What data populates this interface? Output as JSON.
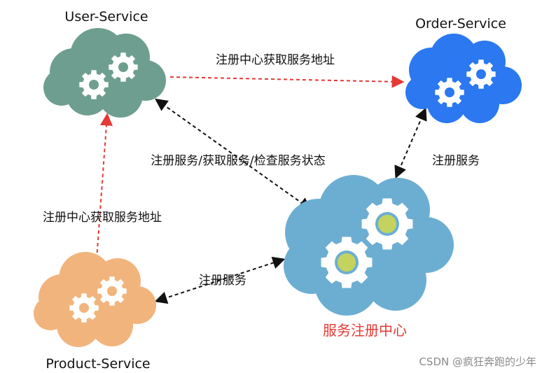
{
  "colors": {
    "user_service": "#6e9e8f",
    "order_service": "#2b78f0",
    "product_service": "#f2b47d",
    "registry": "#6caed2",
    "registry_gear_center": "#c3d35e",
    "red_arrow": "#e53935",
    "black_arrow": "#111111",
    "registry_label": "#e53935",
    "gear": "#ffffff"
  },
  "nodes": {
    "user_service": {
      "title": "User-Service"
    },
    "order_service": {
      "title": "Order-Service"
    },
    "product_service": {
      "title": "Product-Service"
    },
    "registry": {
      "title": "服务注册中心"
    }
  },
  "edges": {
    "user_to_order": {
      "label": "注册中心获取服务地址",
      "style": "red-dashed"
    },
    "user_registry": {
      "label": "注册服务/获取服务/检查服务状态",
      "style": "black-dashed-bidirectional"
    },
    "order_registry": {
      "label": "注册服务",
      "style": "black-dashed-bidirectional"
    },
    "product_to_user": {
      "label": "注册中心获取服务地址",
      "style": "red-dashed"
    },
    "product_registry": {
      "label": "注册服务",
      "style": "black-dashed-bidirectional"
    }
  },
  "watermark": "CSDN @疯狂奔跑的少年"
}
